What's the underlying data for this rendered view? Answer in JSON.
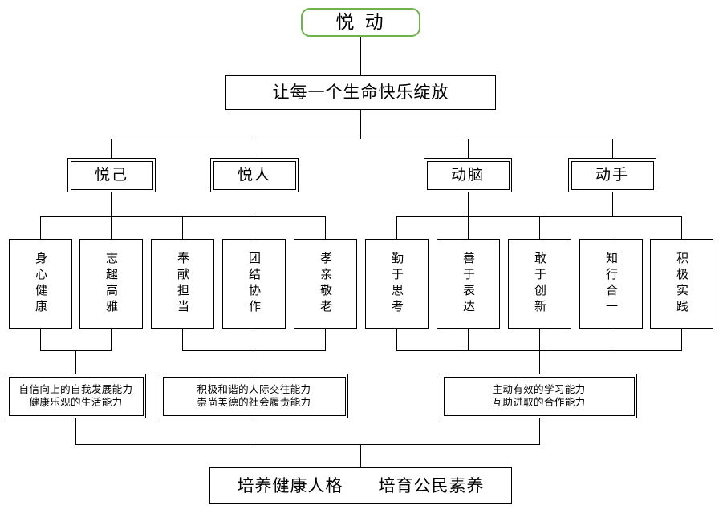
{
  "diagram": {
    "title": "悦动",
    "type": "organizational-tree",
    "colors": {
      "root_border": "#6fb24a",
      "node_border": "#000000",
      "background": "#ffffff",
      "text": "#000000"
    },
    "root": {
      "label": "悦 动"
    },
    "vision": {
      "label": "让每一个生命快乐绽放"
    },
    "pillars": [
      {
        "label": "悦己"
      },
      {
        "label": "悦人"
      },
      {
        "label": "动脑"
      },
      {
        "label": "动手"
      }
    ],
    "leaves": [
      {
        "label": "身心健康"
      },
      {
        "label": "志趣高雅"
      },
      {
        "label": "奉献担当"
      },
      {
        "label": "团结协作"
      },
      {
        "label": "孝亲敬老"
      },
      {
        "label": "勤于思考"
      },
      {
        "label": "善于表达"
      },
      {
        "label": "敢于创新"
      },
      {
        "label": "知行合一"
      },
      {
        "label": "积极实践"
      }
    ],
    "abilities": [
      {
        "label": "自信向上的自我发展能力\n健康乐观的生活能力"
      },
      {
        "label": "积极和谐的人际交往能力\n崇尚美德的社会履责能力"
      },
      {
        "label": "主动有效的学习能力\n互助进取的合作能力"
      }
    ],
    "goal": {
      "label": "培养健康人格　　培育公民素养"
    }
  }
}
